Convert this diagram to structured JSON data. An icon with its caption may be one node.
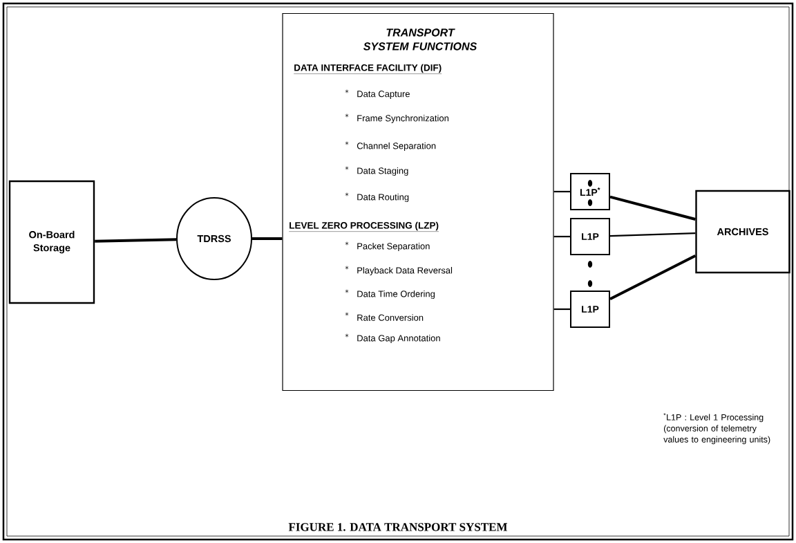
{
  "diagram": {
    "caption": "FIGURE 1. DATA TRANSPORT SYSTEM",
    "nodes": [
      {
        "text": [
          "On-Board Storage"
        ]
      },
      {
        "text": [
          "TDRSS"
        ]
      },
      {
        "text": [
          "TRANSPORT SYSTEM FUNCTIONS",
          "DATA INTERFACE FACILITY (DIF)",
          "Data Capture",
          "Frame Synchronization",
          "Channel Separation",
          "Data Staging",
          "Data Routing",
          "LEVEL ZERO PROCESSING (LZP)",
          "Packet Separation",
          "Playback Data Reversal",
          "Data Time Ordering",
          "Rate Conversion",
          "Data Gap Annotation"
        ]
      },
      {
        "text": [
          "L1P$^{*}$"
        ]
      },
      {
        "text": [
          "L1P"
        ]
      },
      {
        "text": [
          "L1P"
        ]
      },
      {
        "text": [
          "ARCHIVES"
        ]
      }
    ],
    "edges": [
      {
        "from": 0,
        "to": 1,
        "arrow": "none",
        "style": "thick"
      },
      {
        "from": 1,
        "to": 2,
        "arrow": "none",
        "style": "thick"
      },
      {
        "from": 2,
        "to": 3,
        "arrow": "none"
      },
      {
        "from": 2,
        "to": 4,
        "arrow": "none"
      },
      {
        "from": 2,
        "to": 5,
        "arrow": "none"
      },
      {
        "from": 3,
        "to": 6,
        "arrow": "none",
        "style": "thick"
      },
      {
        "from": 4,
        "to": 6,
        "arrow": "none"
      },
      {
        "from": 5,
        "to": 6,
        "arrow": "none",
        "style": "thick"
      }
    ],
    "labels": [
      "$^{*}$L1P : Level 1 Processing (conversion of telemetry values to engineering units)"
    ]
  }
}
